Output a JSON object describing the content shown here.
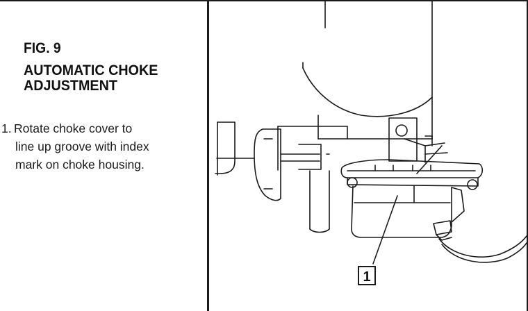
{
  "figure": {
    "number": "FIG. 9",
    "title_line1": "AUTOMATIC CHOKE",
    "title_line2": "ADJUSTMENT"
  },
  "steps": [
    {
      "number": "1.",
      "lines": [
        "Rotate choke cover to",
        "line up groove with index",
        "mark on choke housing."
      ]
    }
  ],
  "illustration": {
    "callout": "1"
  }
}
